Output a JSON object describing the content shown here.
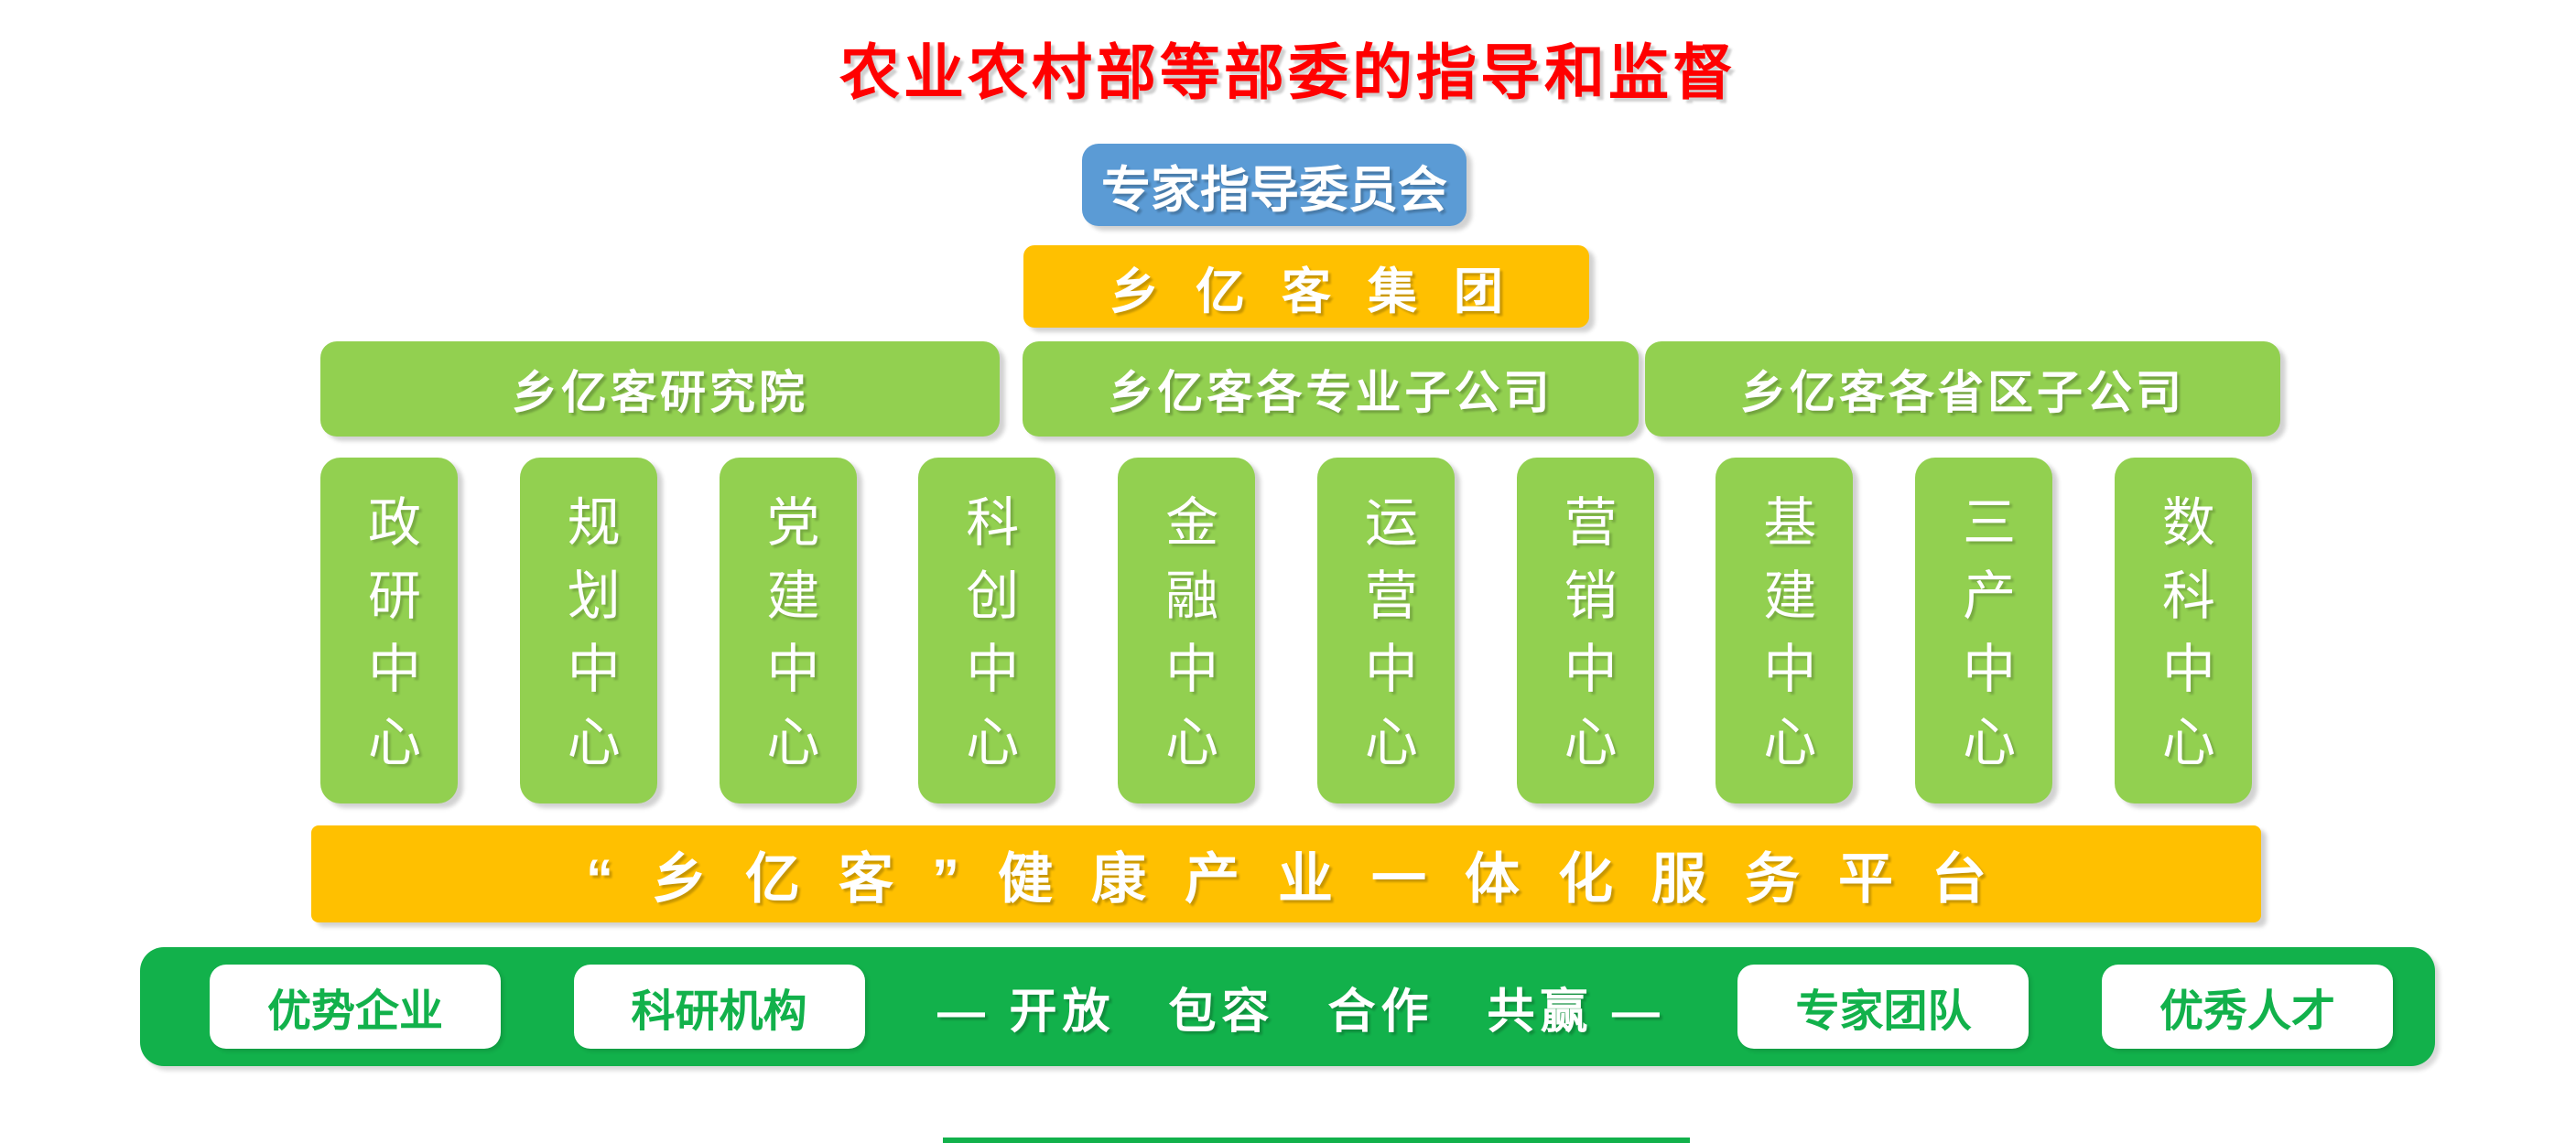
{
  "title": "农业农村部等部委的指导和监督",
  "committee": {
    "label": "专家指导委员会"
  },
  "group": {
    "label": "乡亿客集团"
  },
  "divisions": [
    {
      "label": "乡亿客研究院"
    },
    {
      "label": "乡亿客各专业子公司"
    },
    {
      "label": "乡亿客各省区子公司"
    }
  ],
  "centers": [
    "政研中心",
    "规划中心",
    "党建中心",
    "科创中心",
    "金融中心",
    "运营中心",
    "营销中心",
    "基建中心",
    "三产中心",
    "数科中心"
  ],
  "platform": {
    "label": "“乡亿客”健康产业一体化服务平台"
  },
  "partners": {
    "left_pills": [
      "优势企业",
      "科研机构"
    ],
    "slogan": "— 开放　包容　合作　共赢 —",
    "right_pills": [
      "专家团队",
      "优秀人才"
    ]
  },
  "colors": {
    "headline_red": "#FF0000",
    "committee_blue": "#5B9BD5",
    "band_yellow": "#FFC000",
    "box_light_green": "#92D050",
    "banner_deep_green": "#12B14B"
  }
}
